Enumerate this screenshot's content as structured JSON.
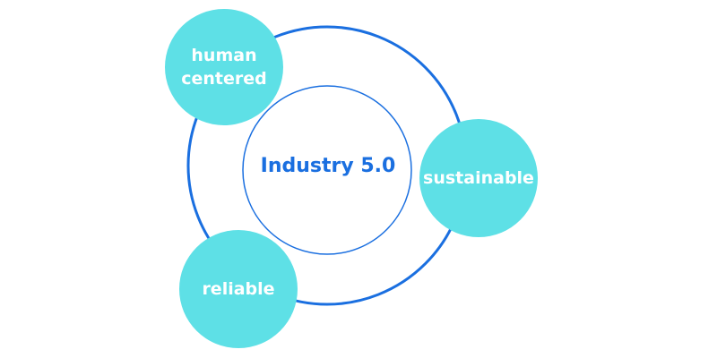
{
  "diagram": {
    "center": {
      "label": "Industry 5.0"
    },
    "bubbles": [
      {
        "line1": "human",
        "line2": "centered"
      },
      {
        "line1": "sustainable"
      },
      {
        "line1": "reliable"
      }
    ]
  },
  "colors": {
    "ring": "#1a6fe0",
    "bubble": "#5ee0e6",
    "center_text": "#1a6fe0",
    "bubble_text": "#ffffff"
  }
}
